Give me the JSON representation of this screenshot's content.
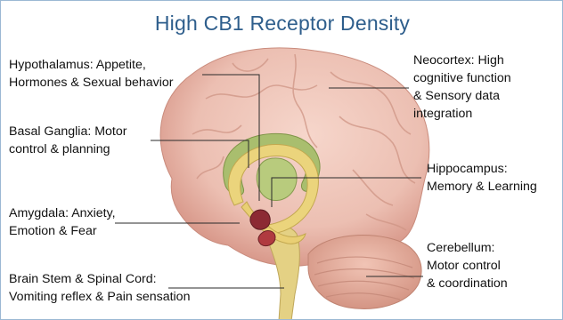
{
  "title": "High CB1 Receptor Density",
  "labels": {
    "hypothalamus": [
      "Hypothalamus: Appetite,",
      "Hormones & Sexual behavior"
    ],
    "basal_ganglia": [
      "Basal Ganglia: Motor",
      "control & planning"
    ],
    "amygdala": [
      "Amygdala: Anxiety,",
      "Emotion & Fear"
    ],
    "brain_stem": [
      "Brain Stem & Spinal Cord:",
      "Vomiting reflex & Pain sensation"
    ],
    "neocortex": [
      "Neocortex: High",
      "cognitive function",
      "& Sensory data",
      "integration"
    ],
    "hippocampus": [
      "Hippocampus:",
      "Memory & Learning"
    ],
    "cerebellum": [
      "Cerebellum:",
      "Motor control",
      "& coordination"
    ]
  },
  "colors": {
    "title": "#2e5e8c",
    "border": "#9bb8d3",
    "cortex": "#efc3b6",
    "basal_ganglia": "#a9be6e",
    "hippocampus": "#e8d27a",
    "amygdala": "#8c2a33",
    "cerebellum": "#e6b0a0",
    "brain_stem": "#e1cf7a"
  }
}
